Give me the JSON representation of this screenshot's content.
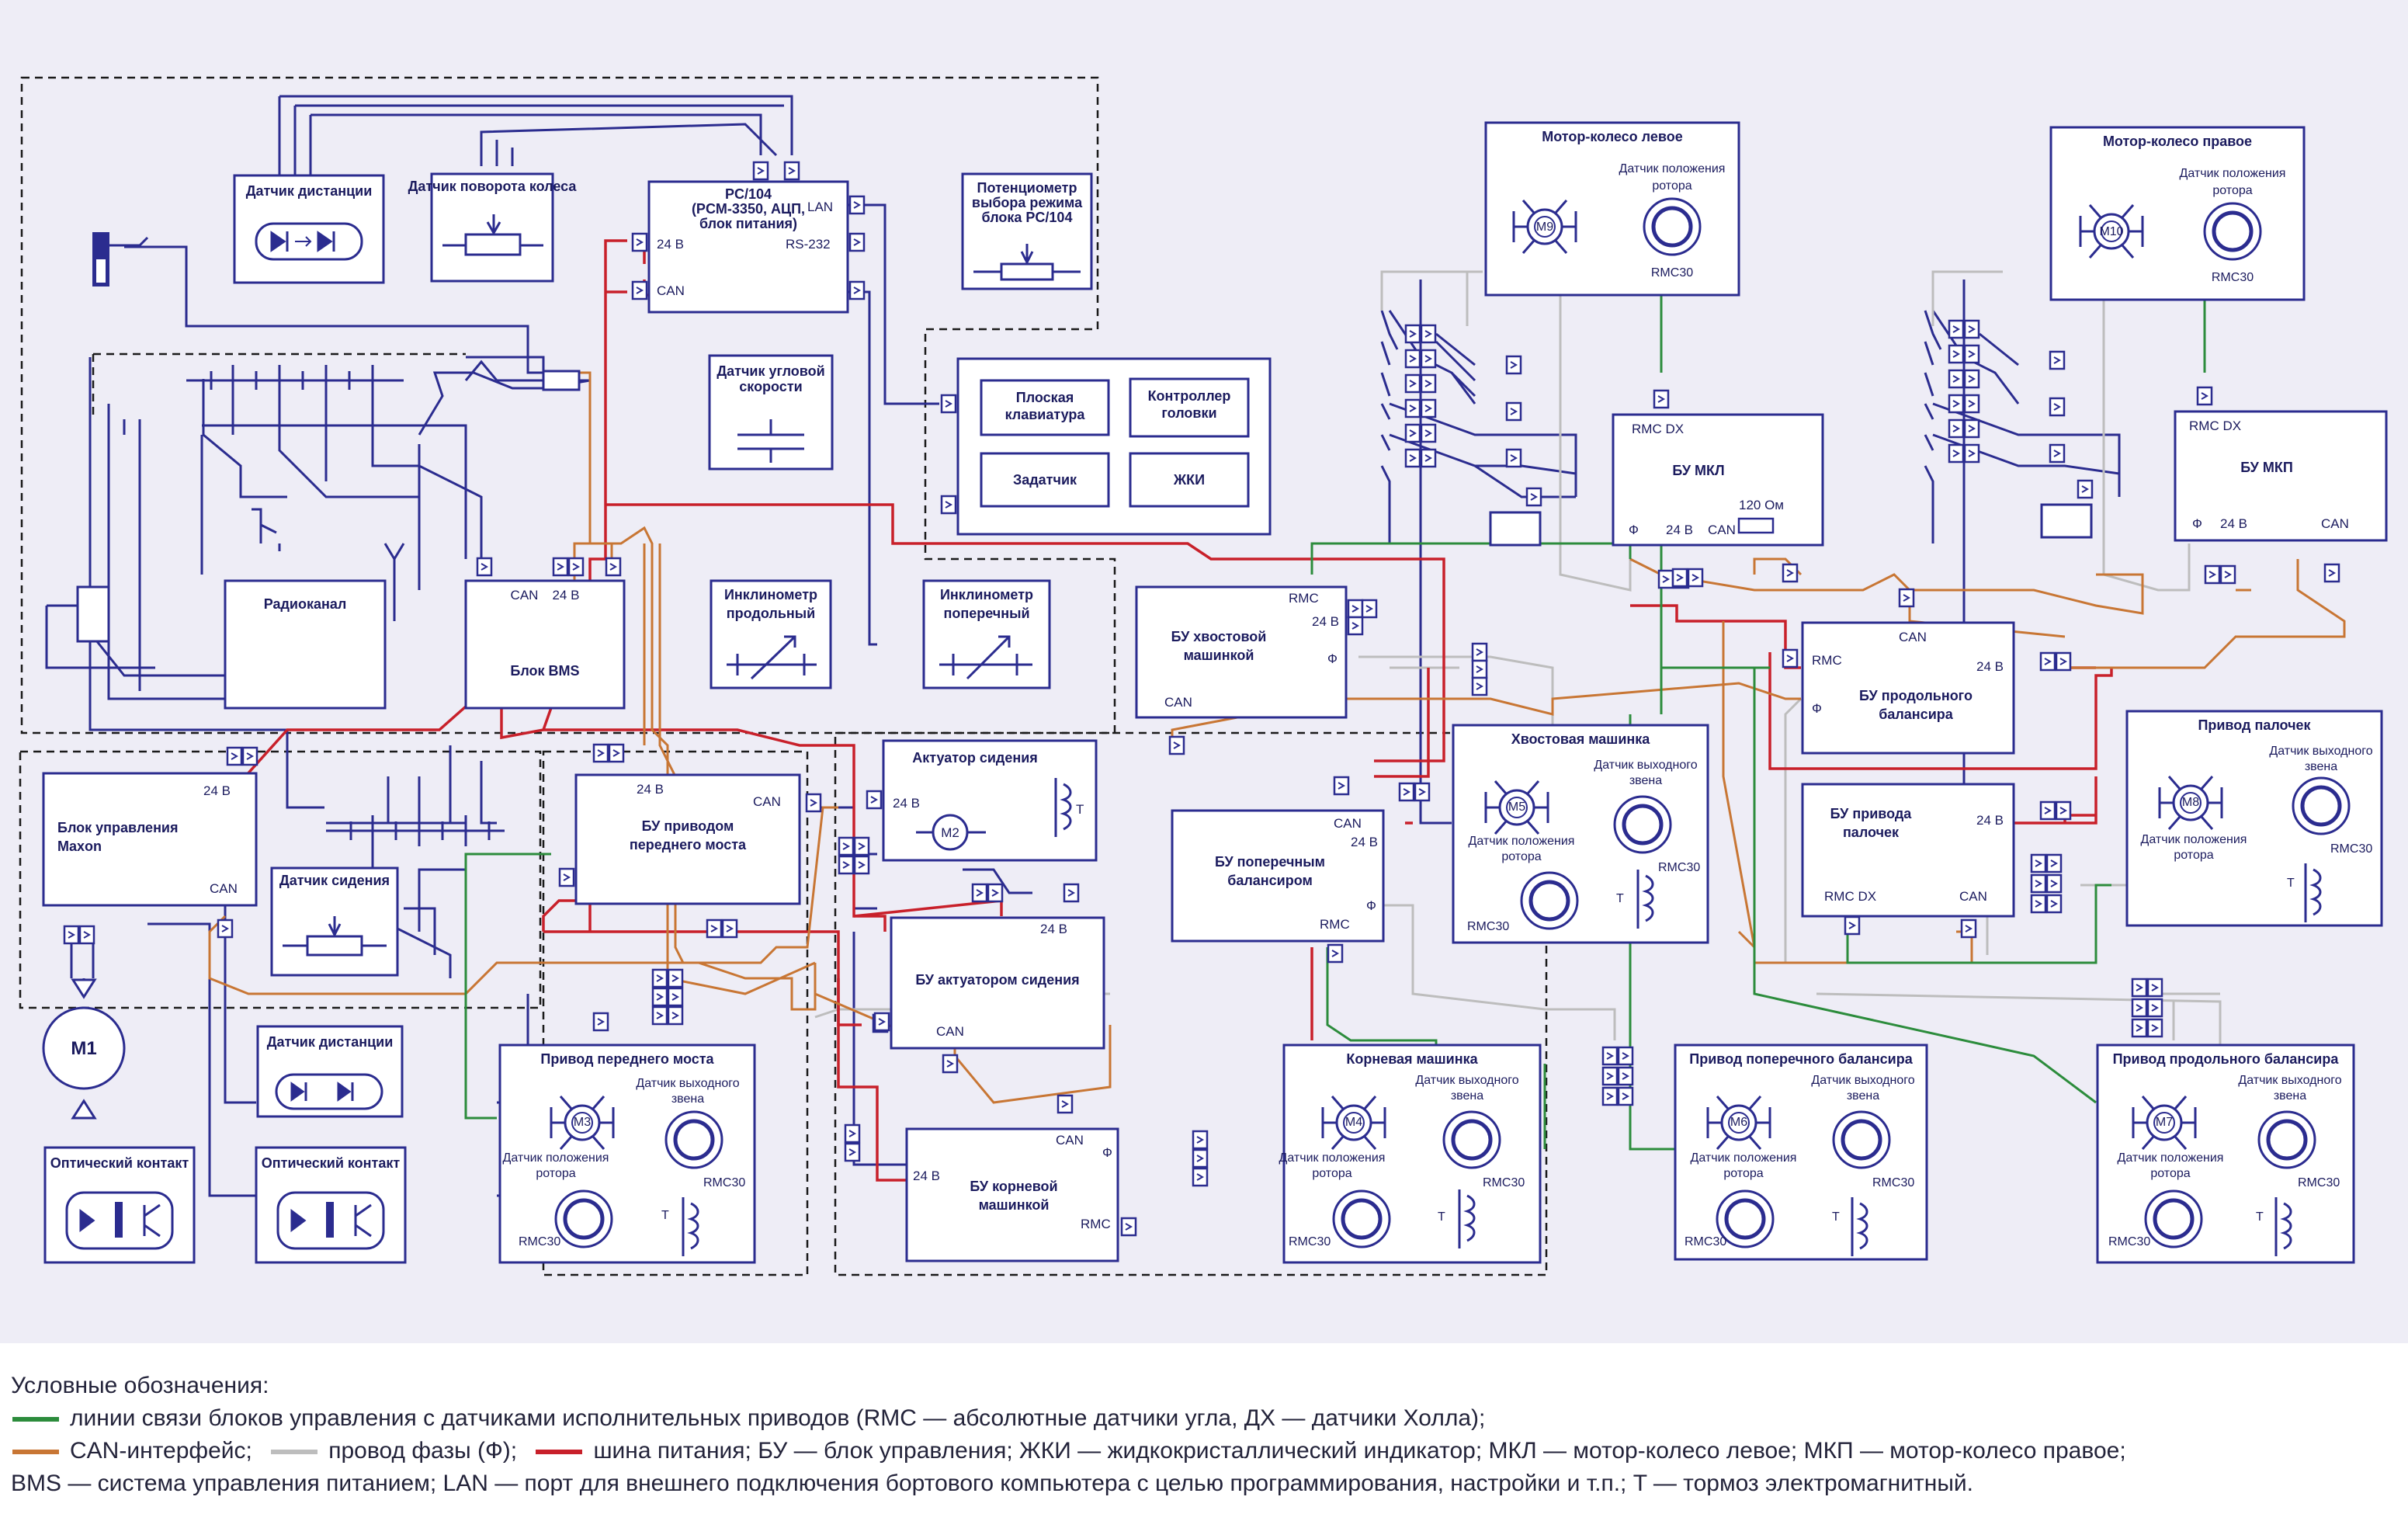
{
  "colors": {
    "background": "#eeedf6",
    "block_stroke": "#2b2c8f",
    "green": "#2c8c3c",
    "orange": "#c87634",
    "gray": "#bdbdbd",
    "red": "#c8202a"
  },
  "blocks": {
    "sensor_distance_top": "Датчик дистанции",
    "wheel_rotation_sensor": "Датчик поворота колеса",
    "pc104": [
      "PC/104",
      "(PCM-3350, АЦП,",
      "блок питания)"
    ],
    "pc104_ports": {
      "lan": "LAN",
      "v24": "24 В",
      "rs232": "RS-232",
      "can": "CAN"
    },
    "potentiometer": [
      "Потенциометр",
      "выбора режима",
      "блока PC/104"
    ],
    "angular_rate_sensor": [
      "Датчик угловой",
      "скорости"
    ],
    "flat_keyboard": [
      "Плоская",
      "клавиатура"
    ],
    "head_controller": [
      "Контроллер",
      "головки"
    ],
    "setpoint": "Задатчик",
    "lcd": "ЖКИ",
    "radio": "Радиоканал",
    "bms": "Блок BMS",
    "bms_ports": {
      "can": "CAN",
      "v24": "24 В"
    },
    "inclinometer_long": [
      "Инклинометр",
      "продольный"
    ],
    "inclinometer_cross": [
      "Инклинометр",
      "поперечный"
    ],
    "maxon": [
      "Блок управления",
      "Maxon"
    ],
    "maxon_ports": {
      "v24": "24 В",
      "can": "CAN"
    },
    "m1": "M1",
    "seat_sensor": "Датчик сидения",
    "front_axle_cu": [
      "БУ приводом",
      "переднего моста"
    ],
    "front_axle_cu_ports": {
      "v24": "24 В",
      "can": "CAN"
    },
    "seat_actuator": "Актуатор сидения",
    "seat_actuator_ports": {
      "v24": "24 В",
      "m2": "M2",
      "t": "T"
    },
    "seat_actuator_cu": "БУ актуатором сидения",
    "seat_actuator_cu_ports": {
      "v24": "24 В",
      "can": "CAN"
    },
    "distance_sensor_bottom": "Датчик дистанции",
    "optical_contact_1": "Оптический контакт",
    "optical_contact_2": "Оптический контакт",
    "front_axle_drive": "Привод переднего моста",
    "root_machine_cu": [
      "БУ корневой",
      "машинкой"
    ],
    "root_machine_cu_ports": {
      "can": "CAN",
      "v24": "24 В",
      "phi": "Ф",
      "rmc": "RMC"
    },
    "root_machine": "Корневая машинка",
    "tail_machine_cu": [
      "БУ хвостовой",
      "машинкой"
    ],
    "tail_machine_cu_ports": {
      "rmc": "RMC",
      "v24": "24 В",
      "phi": "Ф",
      "can": "CAN"
    },
    "cross_balancer_cu": [
      "БУ поперечным",
      "балансиром"
    ],
    "cross_balancer_cu_ports": {
      "can": "CAN",
      "v24": "24 В",
      "rmc": "RMC",
      "phi": "Ф"
    },
    "tail_machine": "Хвостовая машинка",
    "motor_wheel_left": "Мотор-колесо левое",
    "motor_wheel_right": "Мотор-колесо правое",
    "rotor_position_sensor": [
      "Датчик положения",
      "ротора"
    ],
    "output_link_sensor": [
      "Датчик выходного",
      "звена"
    ],
    "rmc30": "RMC30",
    "m9": "M9",
    "m10": "M10",
    "m3": "M3",
    "m4": "M4",
    "m5": "M5",
    "m6": "M6",
    "m7": "M7",
    "m8": "M8",
    "t": "T",
    "cu_mkl": "БУ МКЛ",
    "cu_mkl_ports": {
      "rmc_dx": "RMC DX",
      "phi": "Ф",
      "v24": "24 В",
      "can": "CAN",
      "r120": "120 Ом"
    },
    "cu_mkp": "БУ МКП",
    "cu_mkp_ports": {
      "rmc_dx": "RMC DX",
      "phi": "Ф",
      "v24": "24 В",
      "can": "CAN"
    },
    "long_balancer_cu": [
      "БУ продольного",
      "балансира"
    ],
    "long_balancer_cu_ports": {
      "can": "CAN",
      "rmc": "RMC",
      "v24": "24 В",
      "phi": "Ф"
    },
    "sticks_drive_cu": [
      "БУ привода",
      "палочек"
    ],
    "sticks_drive_cu_ports": {
      "v24": "24 В",
      "rmc_dx": "RMC DX",
      "can": "CAN"
    },
    "sticks_drive": "Привод палочек",
    "cross_balancer_drive": "Привод поперечного балансира",
    "long_balancer_drive": "Привод продольного балансира"
  },
  "legend": {
    "title": "Условные обозначения:",
    "green": "линии связи блоков управления с датчиками исполнительных приводов (RMC — абсолютные датчики угла, ДХ — датчики Холла);",
    "orange": "CAN-интерфейс;",
    "gray": "провод фазы (Ф);",
    "red": "шина питания; БУ — блок управления; ЖКИ — жидкокристаллический индикатор; МКЛ — мотор-колесо левое; МКП — мотор-колесо правое;",
    "last": "BMS — система управления питанием; LAN — порт для внешнего подключения бортового компьютера с целью программирования, настройки и т.п.; T — тормоз электромагнитный."
  }
}
